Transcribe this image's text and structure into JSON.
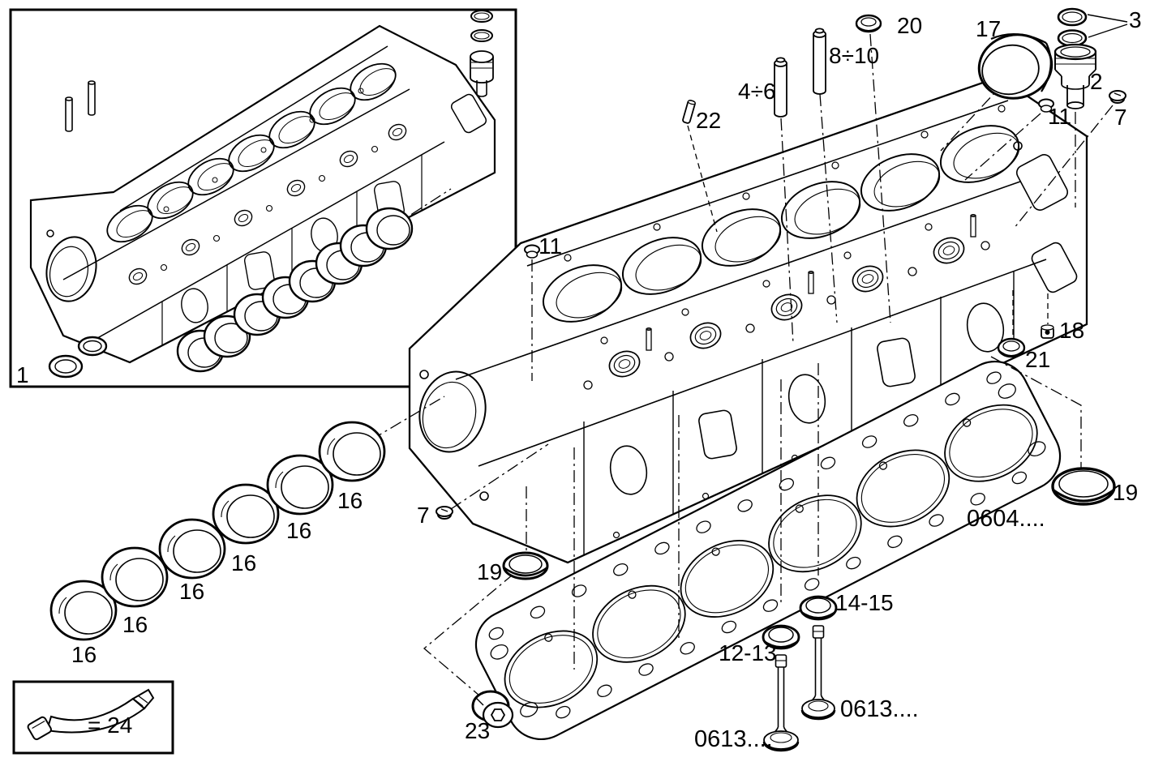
{
  "colors": {
    "background": "#ffffff",
    "line": "#000000"
  },
  "labels": {
    "part1": "1",
    "part2": "2",
    "part3": "3",
    "part4to6": "4÷6",
    "part7_left": "7",
    "part7_right": "7",
    "part8to10": "8÷10",
    "part11_left": "11",
    "part11_right": "11",
    "part12_13": "12-13",
    "part14_15": "14-15",
    "part16_1": "16",
    "part16_2": "16",
    "part16_3": "16",
    "part16_4": "16",
    "part16_5": "16",
    "part16_6": "16",
    "part17": "17",
    "part18": "18",
    "part19_left": "19",
    "part19_right": "19",
    "part20": "20",
    "part21": "21",
    "part22": "22",
    "part23": "23",
    "sealant": "= 24",
    "code_gasket": "0604....",
    "code_valves_left": "0613....",
    "code_valves_right": "0613...."
  }
}
